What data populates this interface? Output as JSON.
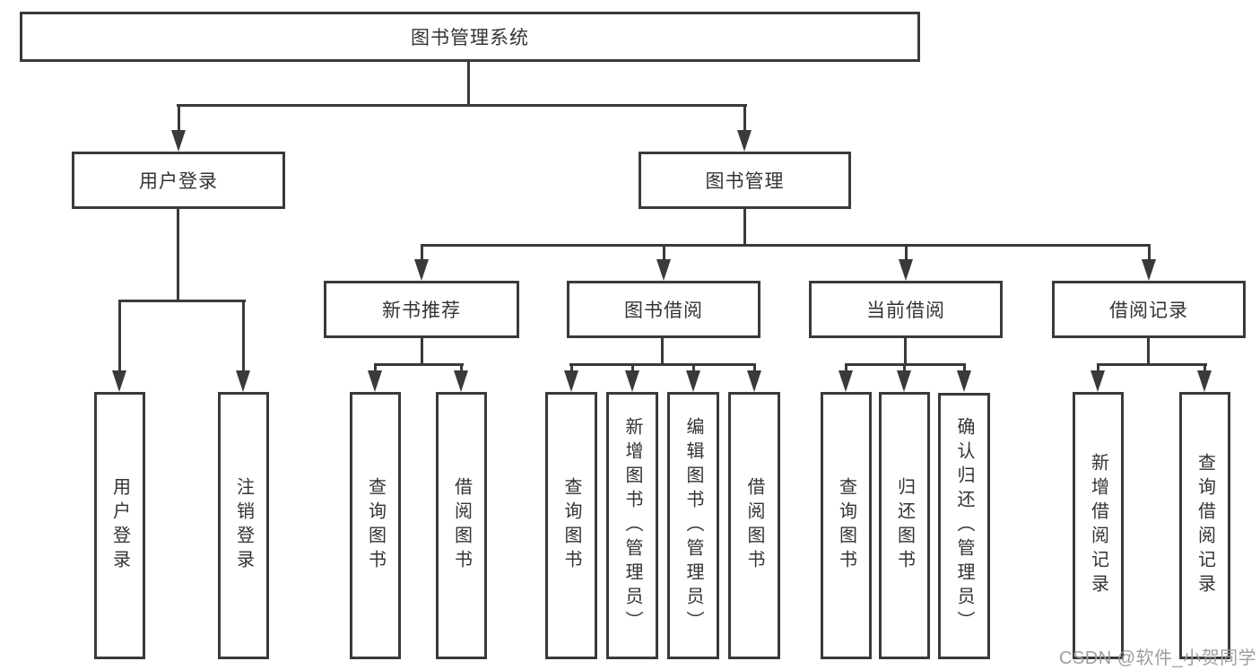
{
  "colors": {
    "line": "#3a3a3a",
    "text": "#333333",
    "background": "#ffffff",
    "watermark": "#9e9e9e"
  },
  "nodes": {
    "root": "图书管理系统",
    "user_login": "用户登录",
    "book_mgmt": "图书管理",
    "new_book_rec": "新书推荐",
    "book_borrow": "图书借阅",
    "current_borrow": "当前借阅",
    "borrow_record": "借阅记录",
    "ul_child1": "用户登录",
    "ul_child2": "注销登录",
    "nb_child1": "查询图书",
    "nb_child2": "借阅图书",
    "bb_child1": "查询图书",
    "bb_child2": "新增图书（管理员）",
    "bb_child3": "编辑图书（管理员）",
    "bb_child4": "借阅图书",
    "cb_child1": "查询图书",
    "cb_child2": "归还图书",
    "cb_child3": "确认归还（管理员）",
    "br_child1": "新增借阅记录",
    "br_child2": "查询借阅记录"
  },
  "watermark": "CSDN @软件_小贺同学"
}
